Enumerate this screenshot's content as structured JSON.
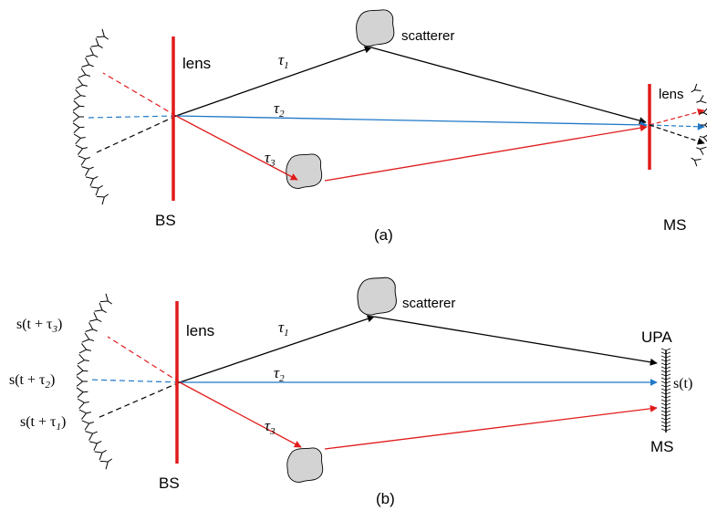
{
  "panel_a": {
    "caption": "(a)",
    "bs_label": "BS",
    "lens_bs_label": "lens",
    "lens_ms_label": "lens",
    "scatterer_label": "scatterer",
    "ms_label": "MS",
    "tau1": {
      "symbol": "τ",
      "sub": "1"
    },
    "tau2": {
      "symbol": "τ",
      "sub": "2"
    },
    "tau3": {
      "symbol": "τ",
      "sub": "3"
    }
  },
  "panel_b": {
    "caption": "(b)",
    "bs_label": "BS",
    "lens_bs_label": "lens",
    "scatterer_label": "scatterer",
    "upa_label": "UPA",
    "ms_label": "MS",
    "tau1": {
      "symbol": "τ",
      "sub": "1"
    },
    "tau2": {
      "symbol": "τ",
      "sub": "2"
    },
    "tau3": {
      "symbol": "τ",
      "sub": "3"
    },
    "signal_rx": "s(t)",
    "signal_tau3": {
      "pre": "s(t + τ",
      "sub": "3",
      "post": ")"
    },
    "signal_tau2": {
      "pre": "s(t + τ",
      "sub": "2",
      "post": ")"
    },
    "signal_tau1": {
      "pre": "s(t + τ",
      "sub": "1",
      "post": ")"
    }
  },
  "colors": {
    "lens": "#e11b1b",
    "path_tau1": "#000000",
    "path_tau2": "#1f78c8",
    "path_tau3": "#e11b1b",
    "scatterer_fill": "#d3d3d3",
    "antenna": "#000000"
  }
}
